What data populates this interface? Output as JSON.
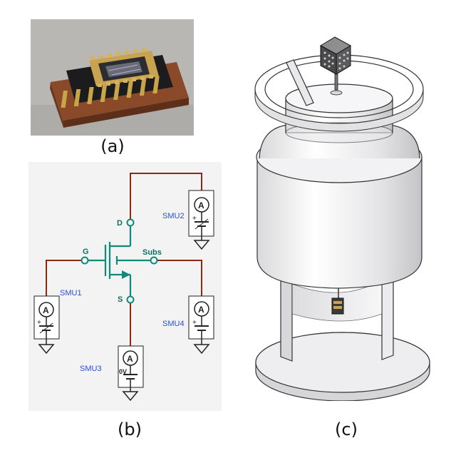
{
  "captions": {
    "a": "(a)",
    "b": "(b)",
    "c": "(c)"
  },
  "circuit": {
    "terminals": {
      "gate": "G",
      "drain": "D",
      "source": "S",
      "substrate": "Subs"
    },
    "smus": {
      "smu1": "SMU1",
      "smu2": "SMU2",
      "smu3": "SMU3",
      "smu4": "SMU4"
    },
    "ammeter_symbol": "A",
    "plus_sign": "+",
    "zero_volt": "0V"
  },
  "colors": {
    "wire": "#8b2a12",
    "transistor": "#0f8a7a",
    "smu_label": "#2a4fd0",
    "circuit_bg": "#f3f3f3",
    "photo_bg": "#b9b7b4"
  }
}
